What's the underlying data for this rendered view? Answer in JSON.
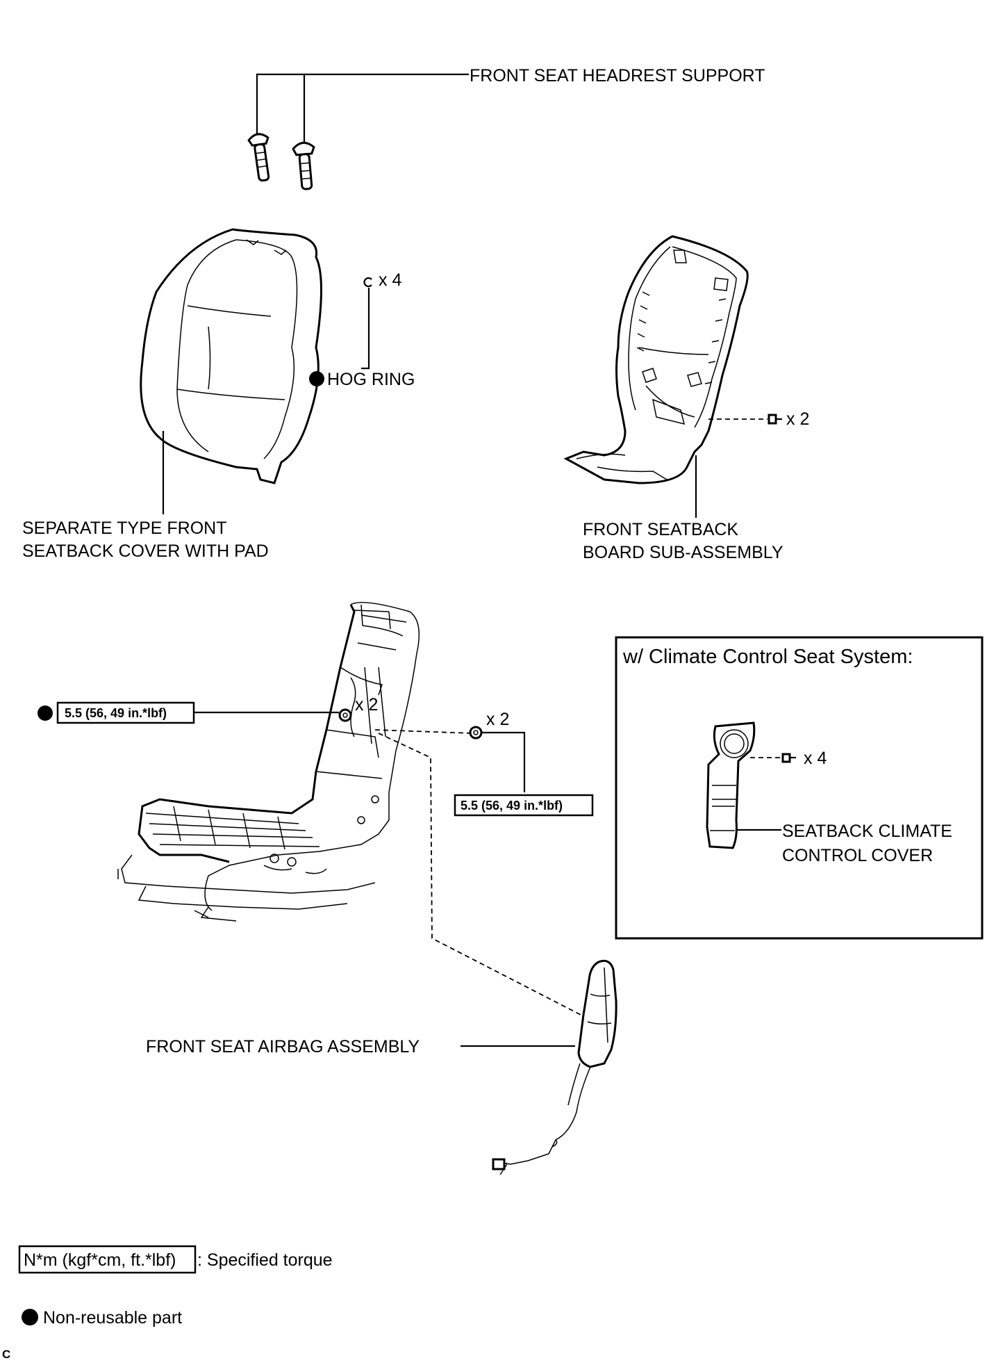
{
  "labels": {
    "headrest_support": "FRONT SEAT HEADREST SUPPORT",
    "hog_ring_qty": "x 4",
    "hog_ring": "HOG RING",
    "seatback_cover_line1": "SEPARATE TYPE FRONT",
    "seatback_cover_line2": "SEATBACK COVER WITH PAD",
    "board_screw_qty": "x 2",
    "board_line1": "FRONT SEATBACK",
    "board_line2": "BOARD SUB-ASSEMBLY",
    "airbag_nut_qty": "x 2",
    "airbag_nut_torque": "5.5 (56, 49 in.*lbf)",
    "frame_nut_qty": "x 2",
    "frame_nut_torque": "5.5 (56, 49 in.*lbf)",
    "airbag_assembly": "FRONT SEAT AIRBAG ASSEMBLY",
    "climate_box_title": "w/ Climate Control Seat System:",
    "climate_screw_qty": "x 4",
    "climate_line1": "SEATBACK CLIMATE",
    "climate_line2": "CONTROL COVER",
    "legend_torque_box": "N*m (kgf*cm, ft.*lbf)",
    "legend_torque_text": ": Specified torque",
    "legend_nonreusable": "Non-reusable part",
    "corner_mark": "C"
  }
}
